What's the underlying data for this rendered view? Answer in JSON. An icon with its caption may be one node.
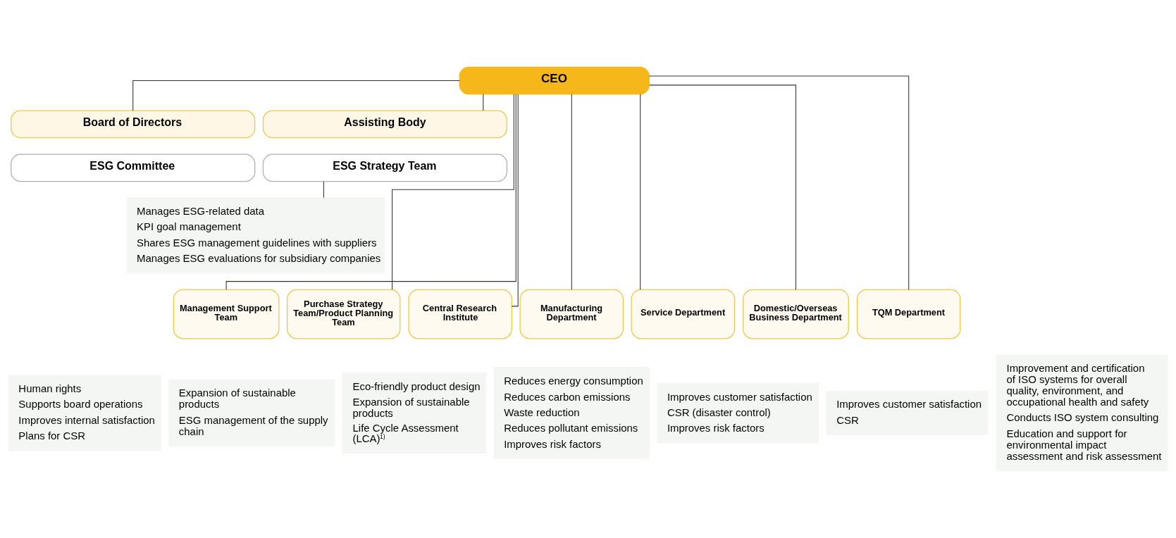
{
  "diagram": {
    "nodes": [
      {
        "text": [
          "CEO"
        ]
      },
      {
        "text": [
          "Board of Directors"
        ]
      },
      {
        "text": [
          "ESG Committee"
        ]
      },
      {
        "text": [
          "Assisting Body"
        ]
      },
      {
        "text": [
          "ESG Strategy Team"
        ]
      },
      {
        "text": [
          "Manages ESG-related data",
          "KPI goal management",
          "Shares ESG management guidelines with suppliers",
          "Manages ESG evaluations for subsidiary companies"
        ]
      },
      {
        "text": [
          "Management Support Team"
        ]
      },
      {
        "text": [
          "Purchase Strategy Team/Product Planning Team"
        ]
      },
      {
        "text": [
          "Central Research Institute"
        ]
      },
      {
        "text": [
          "Manufacturing Department"
        ]
      },
      {
        "text": [
          "Service Department"
        ]
      },
      {
        "text": [
          "Domestic/Overseas Business Department"
        ]
      },
      {
        "text": [
          "TQM Department"
        ]
      },
      {
        "text": [
          "Human rights",
          "Supports board operations",
          "Improves internal satisfaction",
          "Plans for CSR"
        ]
      },
      {
        "text": [
          "Expansion of sustainable products",
          "ESG management of the supply chain"
        ]
      },
      {
        "text": [
          "Eco-friendly product design",
          "Expansion of sustainable products",
          "Life Cycle Assessment (LCA)$^{1)}$"
        ]
      },
      {
        "text": [
          "Reduces energy consumption",
          "Reduces carbon emissions",
          "Waste reduction",
          "Reduces pollutant emissions",
          "Improves risk factors"
        ]
      },
      {
        "text": [
          "Improves customer satisfaction",
          "CSR (disaster control)",
          "Improves risk factors"
        ]
      },
      {
        "text": [
          "Improves customer satisfaction",
          "CSR"
        ]
      },
      {
        "text": [
          "Improvement and certification of ISO systems for overall quality, environment, and occupational health and safety",
          "Conducts ISO system consulting",
          "Education and support for environmental impact assessment and risk assessment"
        ]
      }
    ],
    "edges": [
      {
        "from": 0,
        "to": 1,
        "arrow": "none"
      },
      {
        "from": 0,
        "to": 3,
        "arrow": "none"
      },
      {
        "from": 4,
        "to": 5,
        "arrow": "none"
      },
      {
        "from": 0,
        "to": 6,
        "arrow": "none"
      },
      {
        "from": 0,
        "to": 7,
        "arrow": "none"
      },
      {
        "from": 0,
        "to": 8,
        "arrow": "none"
      },
      {
        "from": 0,
        "to": 9,
        "arrow": "none"
      },
      {
        "from": 0,
        "to": 10,
        "arrow": "none"
      },
      {
        "from": 0,
        "to": 11,
        "arrow": "none"
      },
      {
        "from": 0,
        "to": 12,
        "arrow": "none"
      }
    ]
  }
}
